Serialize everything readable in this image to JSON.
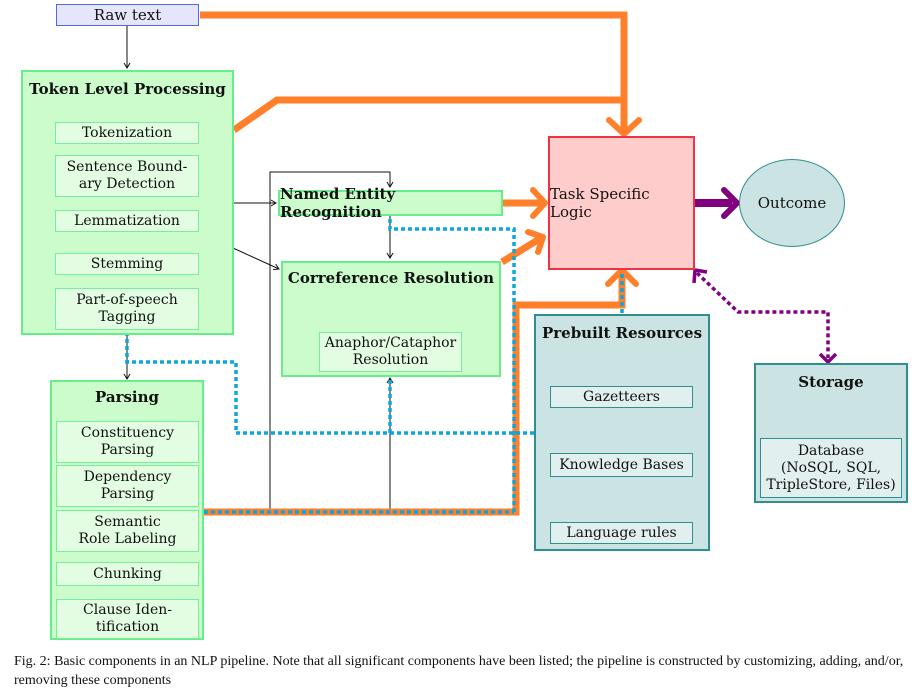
{
  "nodes": {
    "raw_text": "Raw text",
    "token_level": {
      "title": "Token Level Processing",
      "items": [
        "Tokenization",
        "Sentence Bound-\nary Detection",
        "Lemmatization",
        "Stemming",
        "Part-of-speech\nTagging"
      ]
    },
    "parsing": {
      "title": "Parsing",
      "items": [
        "Constituency\nParsing",
        "Dependency\nParsing",
        "Semantic\nRole Labeling",
        "Chunking",
        "Clause Iden-\ntification"
      ]
    },
    "ner": "Named Entity Recognition",
    "coreference": {
      "title": "Correference Resolution",
      "items": [
        "Anaphor/Cataphor\nResolution"
      ]
    },
    "task_logic": "Task Specific Logic",
    "outcome": "Outcome",
    "prebuilt": {
      "title": "Prebuilt Resources",
      "items": [
        "Gazetteers",
        "Knowledge Bases",
        "Language rules"
      ]
    },
    "storage": {
      "title": "Storage",
      "items": [
        "Database\n(NoSQL, SQL,\nTripleStore, Files)"
      ]
    }
  },
  "edges": [
    {
      "from": "raw_text",
      "to": "token_level",
      "style": "thin-black"
    },
    {
      "from": "raw_text",
      "to": "task_logic",
      "style": "thick-orange"
    },
    {
      "from": "token_level",
      "to": "task_logic",
      "style": "thick-orange"
    },
    {
      "from": "token_level",
      "to": "ner",
      "style": "thin-black"
    },
    {
      "from": "token_level",
      "to": "coreference",
      "style": "thin-black"
    },
    {
      "from": "token_level",
      "to": "parsing",
      "style": "thin-black"
    },
    {
      "from": "ner",
      "to": "coreference",
      "style": "thin-black"
    },
    {
      "from": "ner",
      "to": "task_logic",
      "style": "thick-orange"
    },
    {
      "from": "coreference",
      "to": "task_logic",
      "style": "thick-orange"
    },
    {
      "from": "parsing",
      "to": "ner",
      "style": "thin-black"
    },
    {
      "from": "parsing",
      "to": "coreference",
      "style": "thin-black"
    },
    {
      "from": "parsing",
      "to": "task_logic",
      "style": "thick-orange"
    },
    {
      "from": "prebuilt",
      "to": "task_logic",
      "style": "dotted-blue"
    },
    {
      "from": "prebuilt",
      "to": "token_level",
      "style": "dotted-blue"
    },
    {
      "from": "prebuilt",
      "to": "ner",
      "style": "dotted-blue"
    },
    {
      "from": "prebuilt",
      "to": "coreference",
      "style": "dotted-blue"
    },
    {
      "from": "prebuilt",
      "to": "parsing",
      "style": "dotted-blue"
    },
    {
      "from": "task_logic",
      "to": "outcome",
      "style": "thick-purple"
    },
    {
      "from": "task_logic",
      "to": "storage",
      "style": "dotted-purple-bidirectional"
    }
  ],
  "colors": {
    "orange": "#ff7f2a",
    "purple": "#800080",
    "blue_dotted": "#0ea5d8",
    "green_fill": "#ccfccc",
    "green_border": "#66ee88",
    "teal_fill": "#cce3e3",
    "teal_border": "#2f8f8f",
    "red_fill": "#ffcccc",
    "red_border": "#ee3344",
    "raw_fill": "#e6e6fa"
  },
  "caption": "Fig. 2: Basic components in an NLP pipeline. Note that all significant components have been listed; the pipeline is constructed by customizing, adding, and/or, removing these components"
}
